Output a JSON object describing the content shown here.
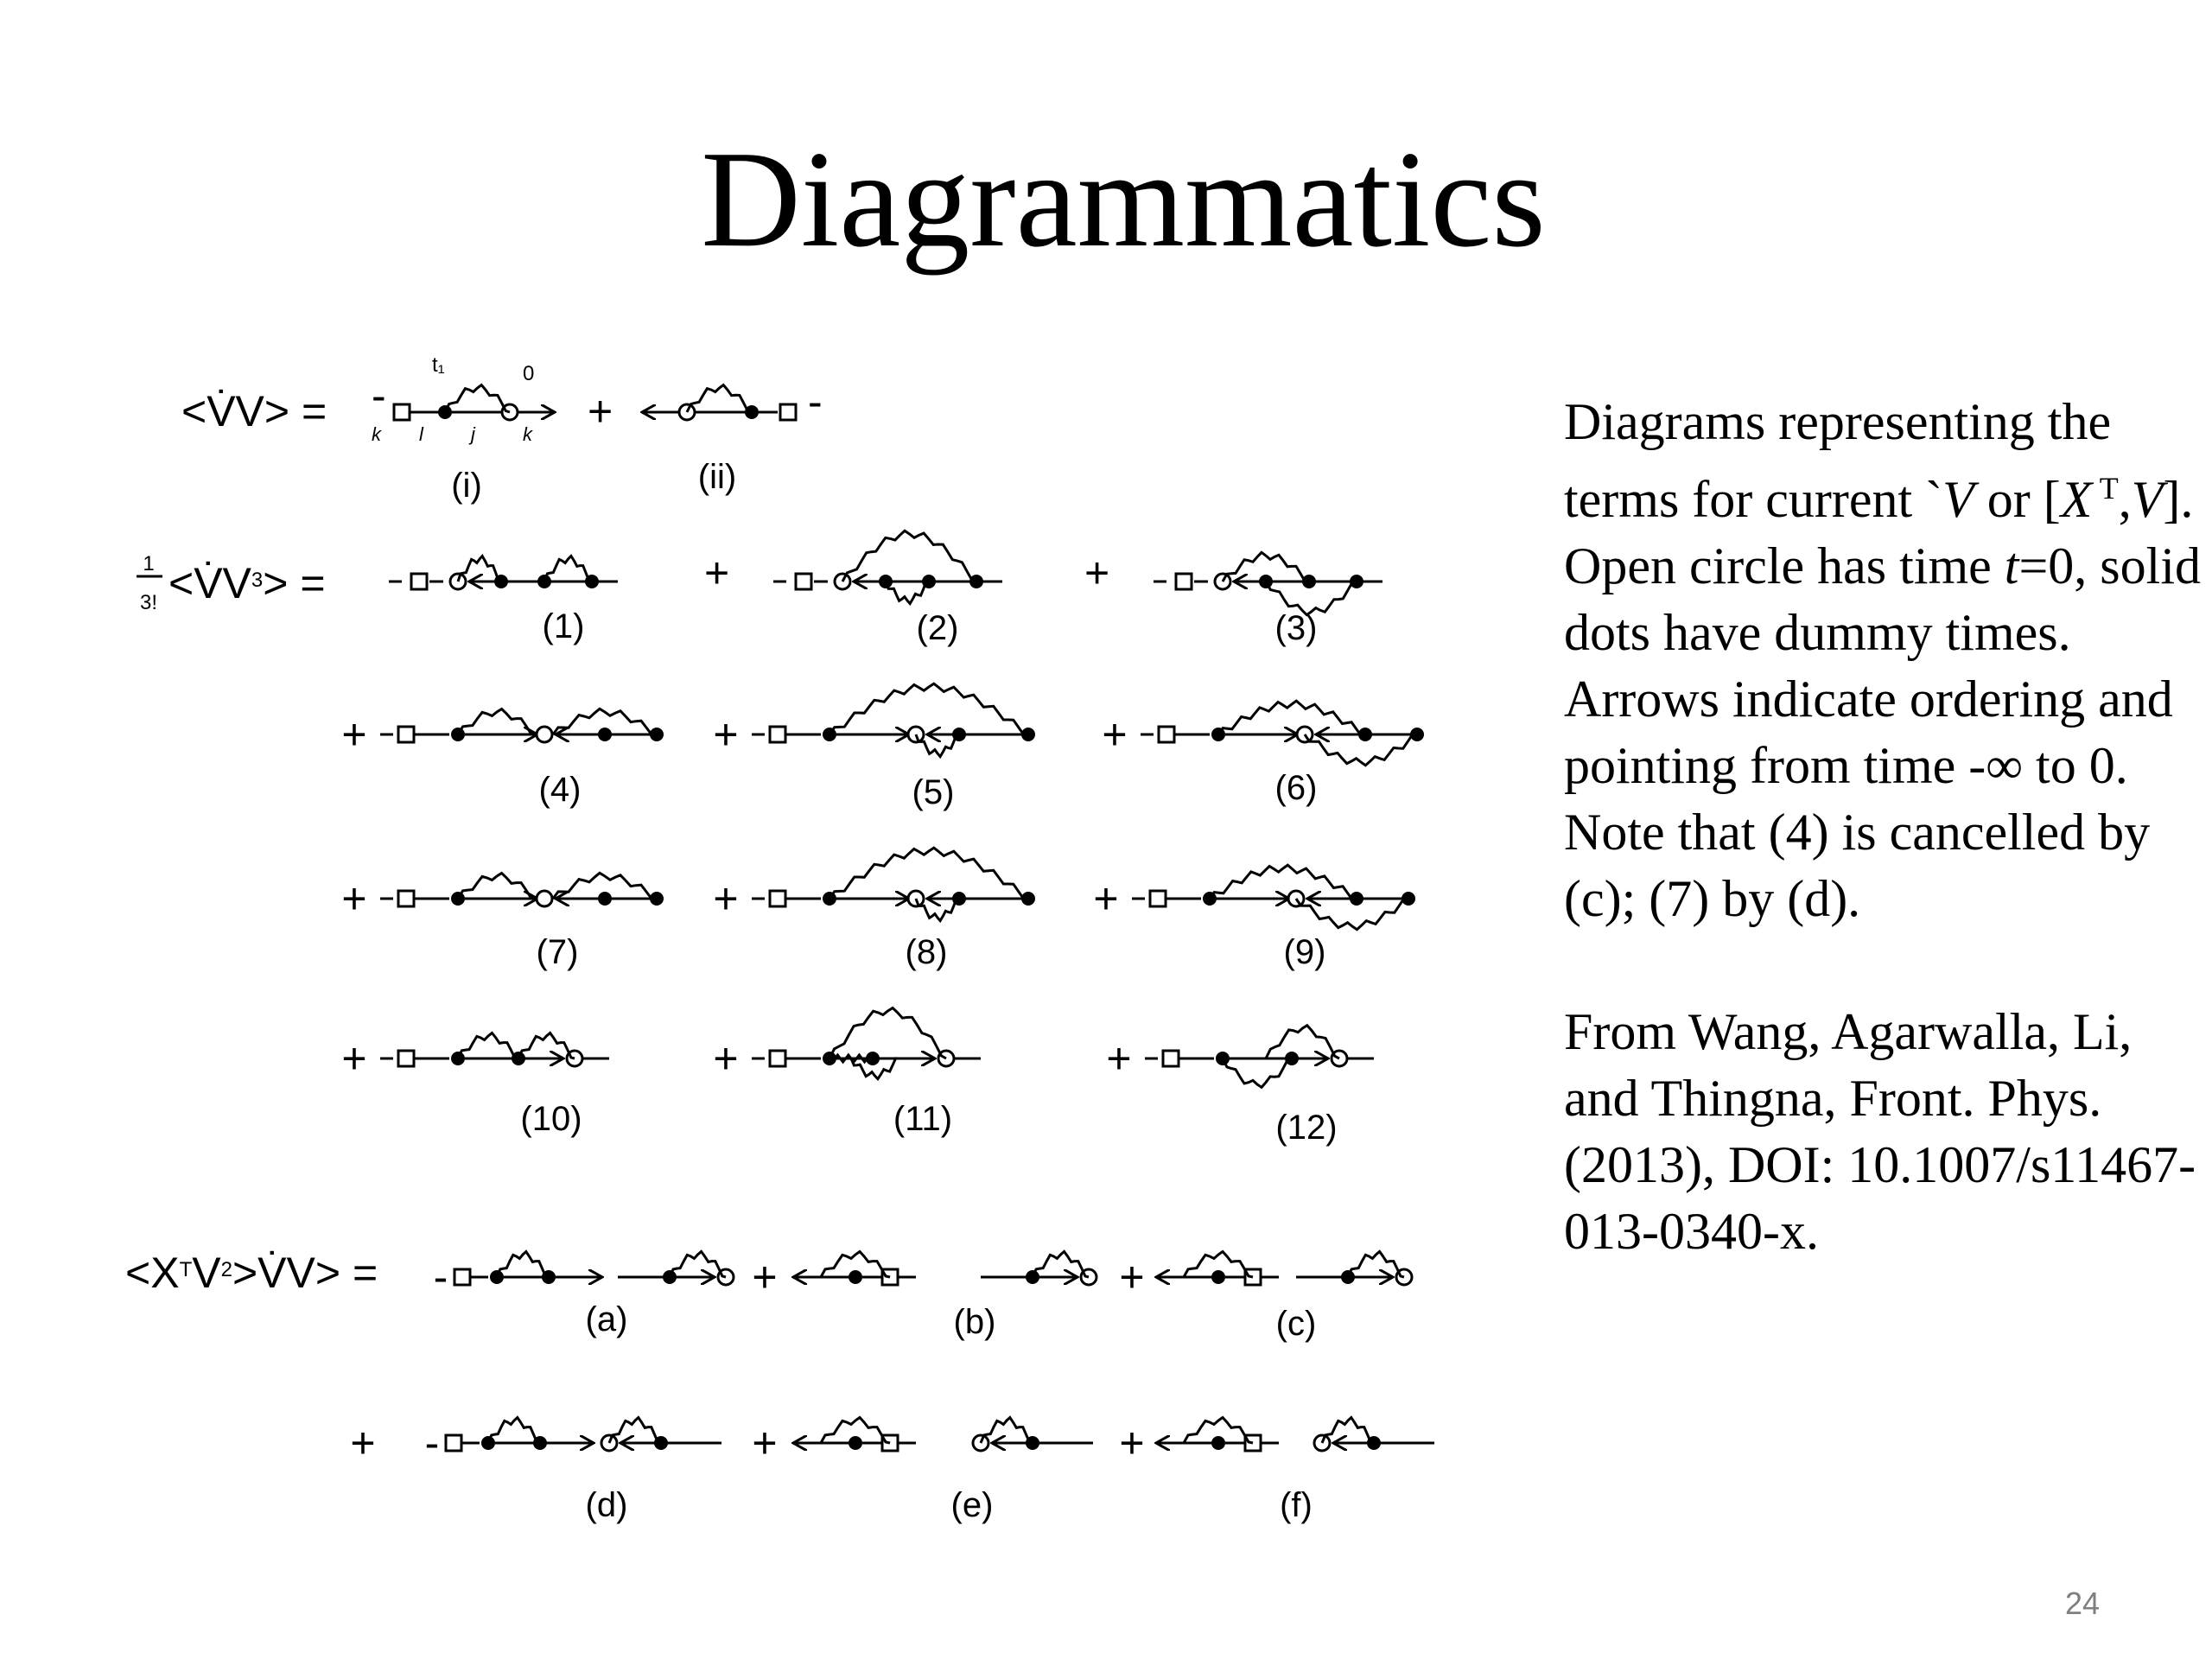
{
  "slide": {
    "title": "Diagrammatics",
    "page_number": "24"
  },
  "equations": {
    "vv_lhs": "<V̇V> =",
    "vv3_frac_num": "1",
    "vv3_frac_den": "3!",
    "vv3_lhs": "<V̇V",
    "vv3_exp": "3",
    "vv3_tail": "> =",
    "xtv_lhs": "<X",
    "xtv_t": "T",
    "xtv_v": "V",
    "xtv_exp": "2",
    "xtv_tail": ">V̇V> =",
    "plus": "+",
    "minus": "-",
    "vertex_labels": [
      "k",
      "l",
      "j",
      "k"
    ],
    "time_labels": [
      "t₁",
      "0"
    ]
  },
  "diagram_labels": {
    "first_row": [
      "(i)",
      "(ii)"
    ],
    "numbered": [
      "(1)",
      "(2)",
      "(3)",
      "(4)",
      "(5)",
      "(6)",
      "(7)",
      "(8)",
      "(9)",
      "(10)",
      "(11)",
      "(12)"
    ],
    "lettered": [
      "(a)",
      "(b)",
      "(c)",
      "(d)",
      "(e)",
      "(f)"
    ]
  },
  "description": {
    "para1_a": "Diagrams representing the terms for current `",
    "para1_V": "V",
    "para1_b": " or [",
    "para1_X": "X",
    "para1_T": " T",
    "para1_c": ",",
    "para1_V2": "V",
    "para1_d": "].  Open circle has time ",
    "para1_t": "t",
    "para1_e": "=0, solid dots have dummy times. Arrows indicate ordering and pointing from time -∞ to 0.  Note that (4) is cancelled by (c); (7) by (d).",
    "para2": "From Wang, Agarwalla, Li, and Thingna, Front. Phys. (2013), DOI: 10.1007/s11467-013-0340-x."
  }
}
